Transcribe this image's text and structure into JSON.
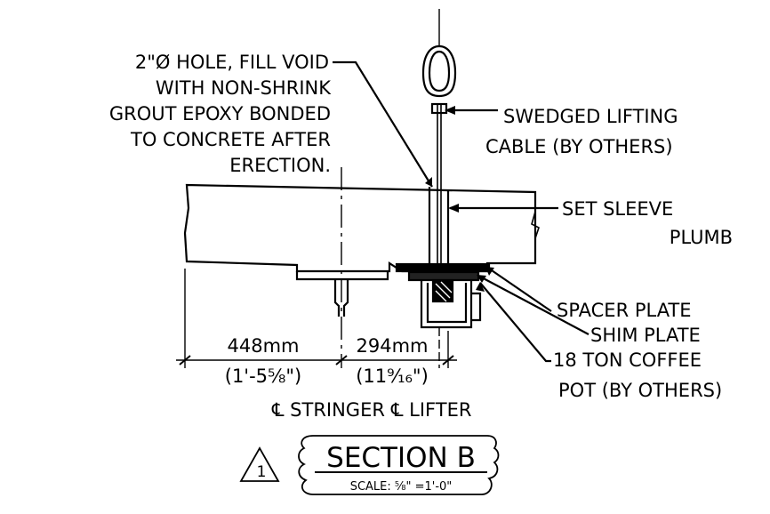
{
  "notes": {
    "hole": [
      "2\"Ø HOLE, FILL VOID",
      "WITH NON-SHRINK",
      "GROUT EPOXY BONDED",
      "TO CONCRETE AFTER",
      "ERECTION."
    ],
    "cable": [
      "SWEDGED LIFTING",
      "CABLE (BY OTHERS)"
    ],
    "sleeve": [
      "SET SLEEVE",
      "PLUMB"
    ],
    "spacer": "SPACER PLATE",
    "shim": "SHIM PLATE",
    "coffee": [
      "18 TON COFFEE",
      "POT (BY OTHERS)"
    ]
  },
  "dimensions": {
    "left_mm": "448mm",
    "left_imp": "(1'-5⅝\")",
    "right_mm": "294mm",
    "right_imp": "(11⁹⁄₁₆\")"
  },
  "centerlines": {
    "stringer": "℄ STRINGER",
    "lifter": "℄ LIFTER"
  },
  "title": {
    "revision": "1",
    "name": "SECTION B",
    "scale": "SCALE: ⅝\" =1'-0\""
  }
}
